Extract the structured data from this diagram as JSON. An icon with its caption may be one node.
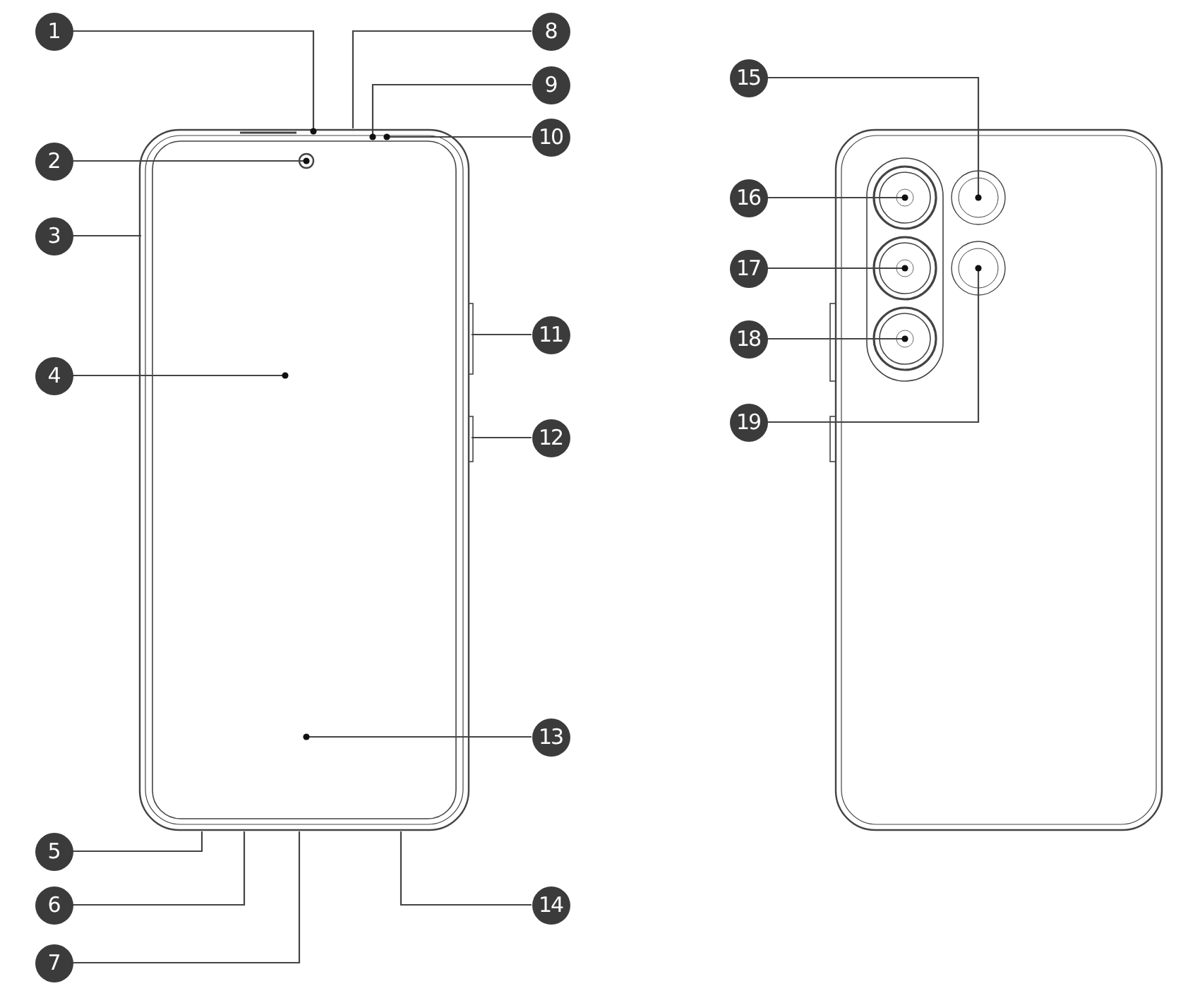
{
  "diagram": {
    "nodes": [
      {
        "text": [
          "1"
        ]
      },
      {
        "text": [
          "2"
        ]
      },
      {
        "text": [
          "3"
        ]
      },
      {
        "text": [
          "4"
        ]
      },
      {
        "text": [
          "5"
        ]
      },
      {
        "text": [
          "6"
        ]
      },
      {
        "text": [
          "7"
        ]
      },
      {
        "text": [
          "8"
        ]
      },
      {
        "text": [
          "9"
        ]
      },
      {
        "text": [
          "10"
        ]
      },
      {
        "text": [
          "11"
        ]
      },
      {
        "text": [
          "12"
        ]
      },
      {
        "text": [
          "13"
        ]
      },
      {
        "text": [
          "14"
        ]
      },
      {
        "text": [
          "15"
        ]
      },
      {
        "text": [
          "16"
        ]
      },
      {
        "text": [
          "17"
        ]
      },
      {
        "text": [
          "18"
        ]
      },
      {
        "text": [
          "19"
        ]
      }
    ],
    "edges": [
      {
        "from": 0,
        "to": null,
        "arrow": "other"
      },
      {
        "from": 1,
        "to": null,
        "arrow": "other"
      },
      {
        "from": 2,
        "to": null,
        "arrow": "none"
      },
      {
        "from": 3,
        "to": null,
        "arrow": "other"
      },
      {
        "from": 4,
        "to": null,
        "arrow": "none"
      },
      {
        "from": 5,
        "to": null,
        "arrow": "none"
      },
      {
        "from": 6,
        "to": null,
        "arrow": "none"
      },
      {
        "from": 7,
        "to": null,
        "arrow": "none"
      },
      {
        "from": 8,
        "to": null,
        "arrow": "other"
      },
      {
        "from": 9,
        "to": null,
        "arrow": "other"
      },
      {
        "from": 10,
        "to": null,
        "arrow": "none"
      },
      {
        "from": 11,
        "to": null,
        "arrow": "none"
      },
      {
        "from": 12,
        "to": null,
        "arrow": "other"
      },
      {
        "from": 13,
        "to": null,
        "arrow": "none"
      },
      {
        "from": 14,
        "to": null,
        "arrow": "other"
      },
      {
        "from": 15,
        "to": null,
        "arrow": "other"
      },
      {
        "from": 16,
        "to": null,
        "arrow": "other"
      },
      {
        "from": 17,
        "to": null,
        "arrow": "other"
      },
      {
        "from": 18,
        "to": null,
        "arrow": "other"
      }
    ]
  }
}
